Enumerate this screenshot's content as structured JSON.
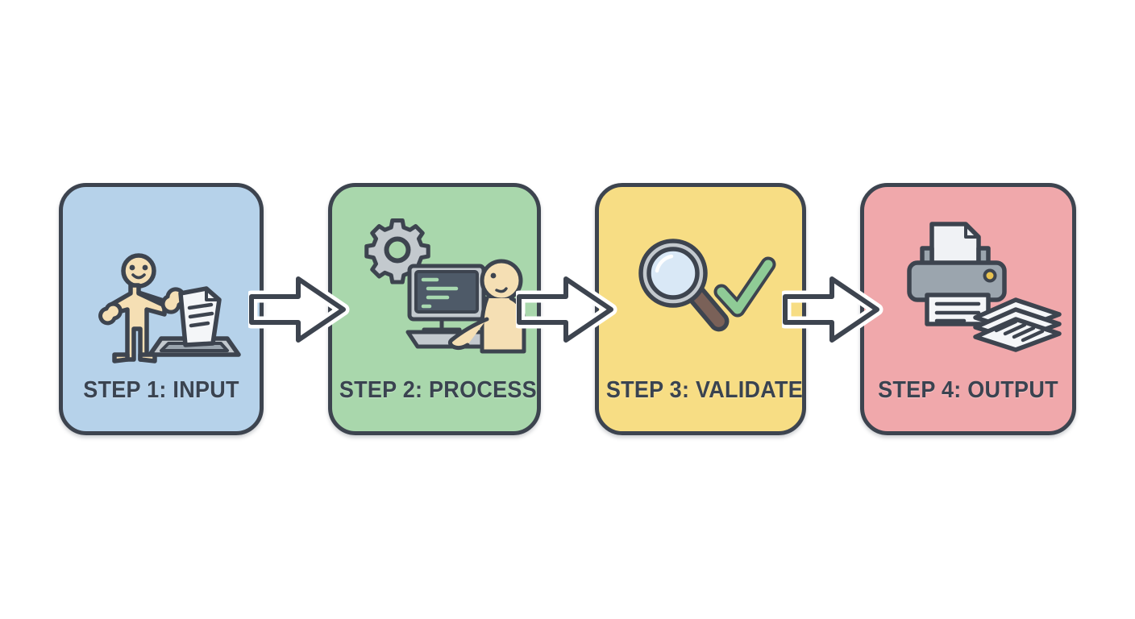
{
  "diagram": {
    "type": "horizontal-process-flow",
    "title": "",
    "background_color": "#ffffff",
    "step_count": 4,
    "connector_count": 3,
    "stroke_color": "#3d444f",
    "label_color": "#3a4350",
    "steps": [
      {
        "id": "step-1",
        "label": "STEP 1: INPUT",
        "step_number": "1",
        "name": "INPUT",
        "fill_color": "#b6d2ea",
        "icon": "person-submitting-document-icon",
        "icon_description": "stick-style person handing a document into a tray slot"
      },
      {
        "id": "step-2",
        "label": "STEP 2: PROCESS",
        "step_number": "2",
        "name": "PROCESS",
        "fill_color": "#a9d7ac",
        "icon": "gear-and-person-at-computer-icon",
        "icon_description": "gear above a person typing on a desktop computer showing code"
      },
      {
        "id": "step-3",
        "label": "STEP 3: VALIDATE",
        "step_number": "3",
        "name": "VALIDATE",
        "fill_color": "#f7dd84",
        "icon": "magnifier-and-checkmark-icon",
        "icon_description": "magnifying glass next to a green check mark"
      },
      {
        "id": "step-4",
        "label": "STEP 4: OUTPUT",
        "step_number": "4",
        "name": "OUTPUT",
        "fill_color": "#f0a8ab",
        "icon": "printer-and-paper-stack-icon",
        "icon_description": "printer producing a page beside a stack of printed sheets"
      }
    ],
    "connectors": [
      {
        "id": "connector-1",
        "from": "step-1",
        "to": "step-2",
        "shape": "right-arrow"
      },
      {
        "id": "connector-2",
        "from": "step-2",
        "to": "step-3",
        "shape": "right-arrow"
      },
      {
        "id": "connector-3",
        "from": "step-3",
        "to": "step-4",
        "shape": "right-arrow"
      }
    ]
  },
  "palette": {
    "outline": "#3d444f",
    "skin": "#f5dfb4",
    "paper": "#f4f6f8",
    "metal": "#9ba5ae",
    "metal_light": "#c3c9ce",
    "lens": "#d9e8f6",
    "handle": "#7a6158",
    "check_green": "#8fcb96",
    "screen": "#4e5a68",
    "code_green": "#a8d9b0",
    "led": "#e8c250"
  }
}
